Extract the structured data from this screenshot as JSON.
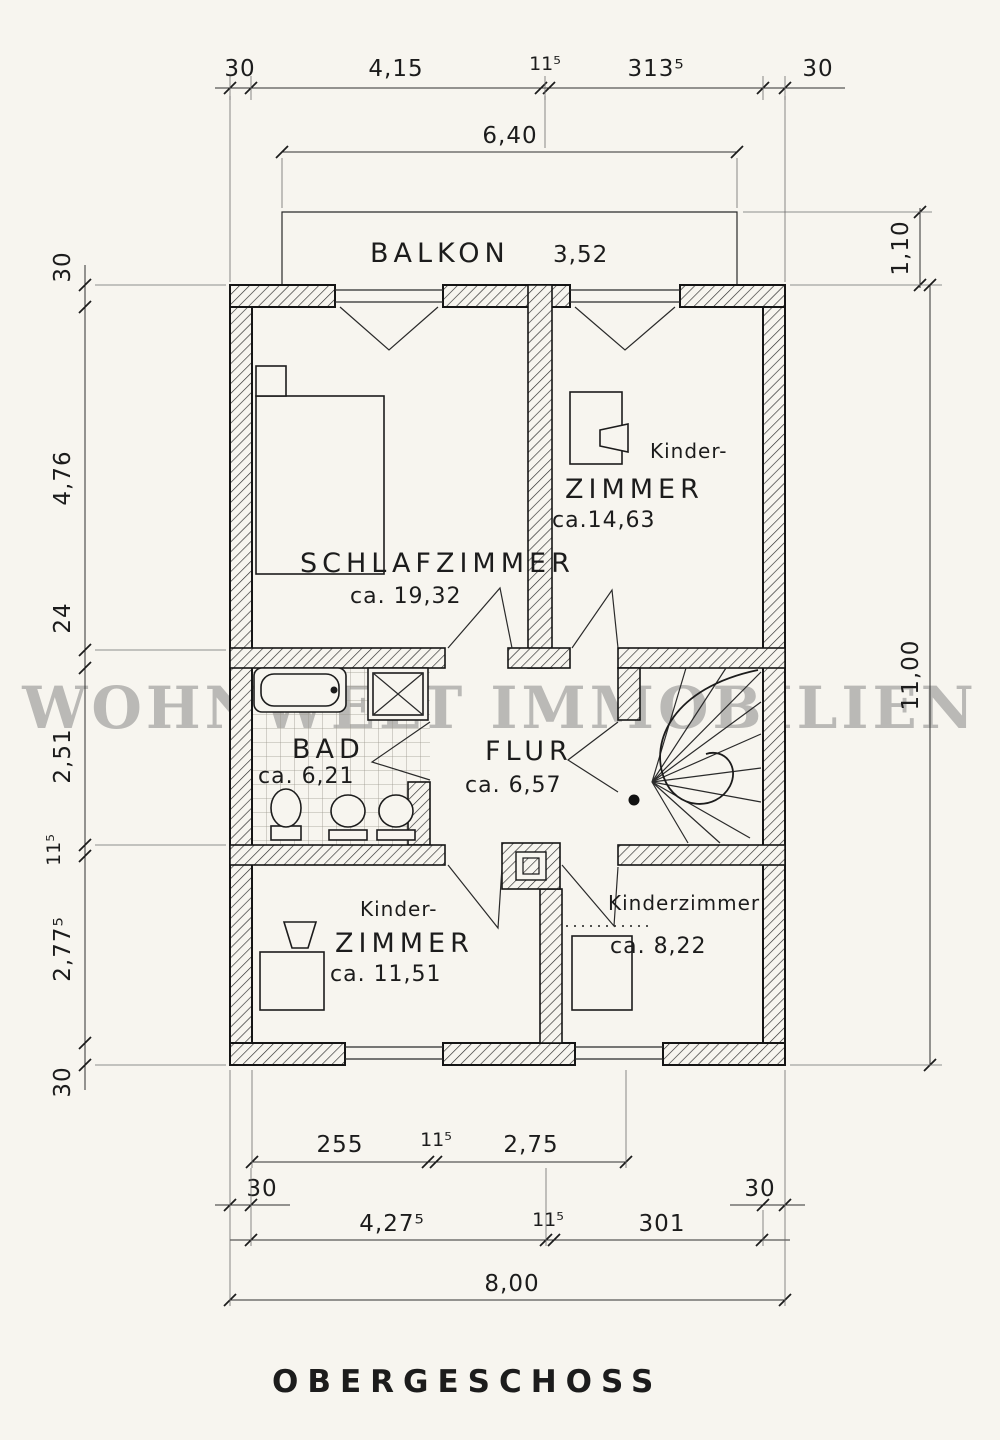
{
  "watermark": "WOHNWELT IMMOBILIEN",
  "title": "OBERGESCHOSS",
  "rooms": {
    "balkon": {
      "name": "BALKON",
      "dim": "3,52"
    },
    "schlafzimmer": {
      "name": "SCHLAFZIMMER",
      "area": "ca. 19,32"
    },
    "kinderzimmer_top": {
      "name1": "Kinder-",
      "name2": "ZIMMER",
      "area": "ca.14,63"
    },
    "bad": {
      "name": "BAD",
      "area": "ca. 6,21"
    },
    "flur": {
      "name": "FLUR",
      "area": "ca. 6,57"
    },
    "kinderzimmer_bl": {
      "name1": "Kinder-",
      "name2": "ZIMMER",
      "area": "ca. 11,51"
    },
    "kinderzimmer_br": {
      "name": "Kinderzimmer",
      "area": "ca. 8,22"
    }
  },
  "dimensions": {
    "top": {
      "d30l": "30",
      "d415": "4,15",
      "d115": "11⁵",
      "d3135": "313⁵",
      "d30r": "30",
      "d640": "6,40"
    },
    "right": {
      "d110": "1,10",
      "d1100": "11,00"
    },
    "left": {
      "d30t": "30",
      "d476": "4,76",
      "d24": "24",
      "d251": "2,51",
      "d115": "11⁵",
      "d2775": "2,77⁵",
      "d30b": "30"
    },
    "bottom": {
      "d255": "255",
      "d115a": "11⁵",
      "d275": "2,75",
      "d30l": "30",
      "d30r": "30",
      "d4275": "4,27⁵",
      "d115b": "11⁵",
      "d301": "301",
      "d800": "8,00"
    }
  }
}
